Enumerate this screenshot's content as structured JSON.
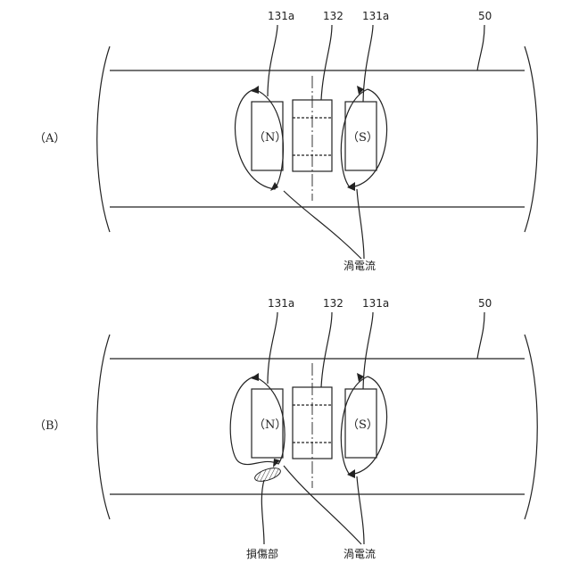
{
  "panels": [
    {
      "id": "A",
      "label": "（A）",
      "magnet_left": "（N）",
      "magnet_right": "（S）",
      "callout_magnet_left": "131a",
      "callout_sensor": "132",
      "callout_magnet_right": "131a",
      "callout_pipe": "50",
      "callout_eddy": "渦電流"
    },
    {
      "id": "B",
      "label": "（B）",
      "magnet_left": "（N）",
      "magnet_right": "（S）",
      "callout_magnet_left": "131a",
      "callout_sensor": "132",
      "callout_magnet_right": "131a",
      "callout_pipe": "50",
      "callout_eddy": "渦電流",
      "callout_damage": "損傷部"
    }
  ]
}
